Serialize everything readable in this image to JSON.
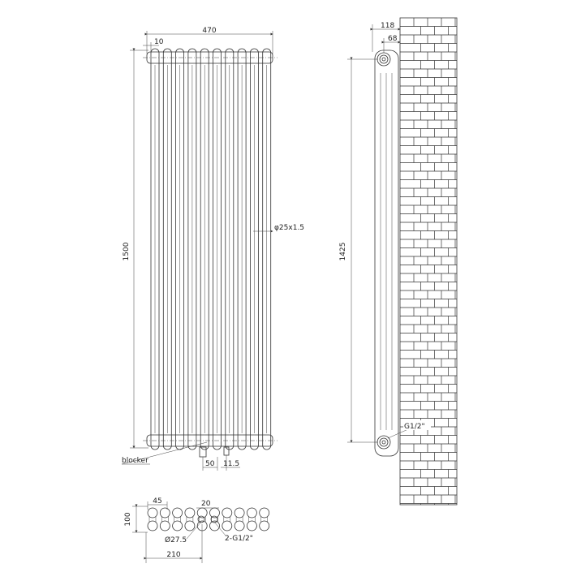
{
  "front_view": {
    "width": "470",
    "offset": "10",
    "height": "1500",
    "tube": "φ25x1.5",
    "blocker": "blocker",
    "gap": "50",
    "valve": "11.5"
  },
  "side_view": {
    "depth": "118",
    "wall_offset": "68",
    "centers": "1425",
    "connection": "G1/2\""
  },
  "top_view": {
    "pitch": "45",
    "depth": "100",
    "hole_gap": "20",
    "hole_dia": "Ø27.5",
    "connections": "2-G1/2\"",
    "length": "210"
  },
  "colors": {
    "line": "#333333",
    "background": "#ffffff"
  }
}
